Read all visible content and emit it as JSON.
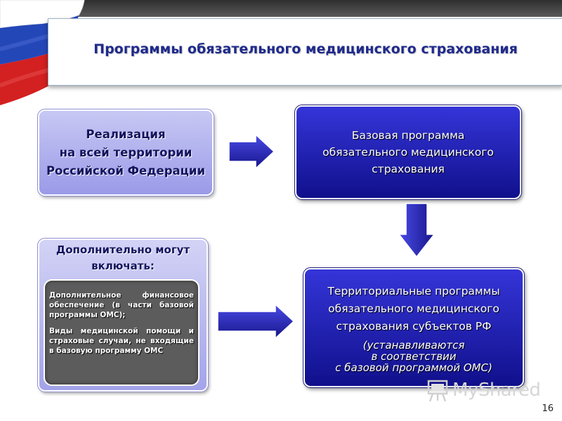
{
  "title": "Программы обязательного медицинского страхования",
  "box_realization": {
    "line1": "Реализация",
    "line2": "на всей территории",
    "line3": "Российской Федерации"
  },
  "box_base_program": {
    "line1": "Базовая программа",
    "line2": "обязательного медицинского",
    "line3": "страхования"
  },
  "box_territorial": {
    "line1": "Территориальные программы",
    "line2": "обязательного медицинского",
    "line3": "страхования субъектов РФ",
    "sub1": "(устанавливаются",
    "sub2": "в соответствии",
    "sub3": "с базовой программой ОМС)"
  },
  "box_additional": {
    "header1": "Дополнительно могут",
    "header2": "включать:",
    "item1": "Дополнительное финансовое обеспечение (в части базовой программы ОМС);",
    "item2": "Виды медицинской помощи и страховые случаи, не входящие в базовую программу ОМС"
  },
  "watermark": "MyShared",
  "page_number": "16",
  "colors": {
    "title_text": "#1f2a8c",
    "dark_box": "#1a1ab0",
    "light_box": "#b0b0ee",
    "flag_white": "#ffffff",
    "flag_blue": "#1c3fb0",
    "flag_red": "#d21e1e"
  }
}
